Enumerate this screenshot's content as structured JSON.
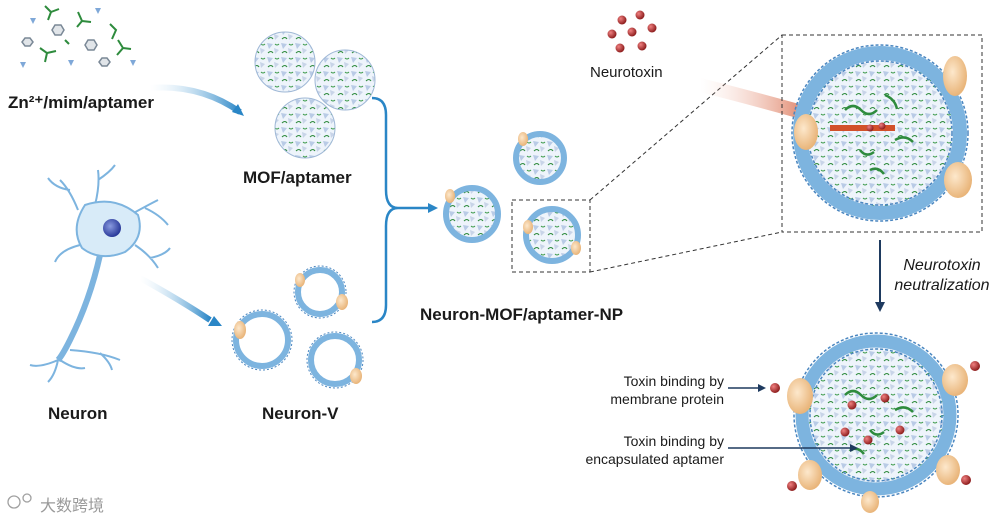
{
  "labels": {
    "zn_mim_aptamer": "Zn²⁺/mim/aptamer",
    "mof_aptamer": "MOF/aptamer",
    "neuron": "Neuron",
    "neuron_v": "Neuron-V",
    "neuron_mof_np": "Neuron-MOF/aptamer-NP",
    "neurotoxin": "Neurotoxin",
    "neutralization_line1": "Neurotoxin",
    "neutralization_line2": "neutralization",
    "toxin_membrane_line1": "Toxin binding by",
    "toxin_membrane_line2": "membrane protein",
    "toxin_aptamer_line1": "Toxin binding by",
    "toxin_aptamer_line2": "encapsulated aptamer"
  },
  "watermark": "大数跨境",
  "colors": {
    "membrane": "#7db4df",
    "membrane_dark": "#4a86c0",
    "toxin": "#b33a3a",
    "aptamer": "#2e8b3d",
    "arrow": "#3a8dc8",
    "protein": "#f1c99b"
  }
}
